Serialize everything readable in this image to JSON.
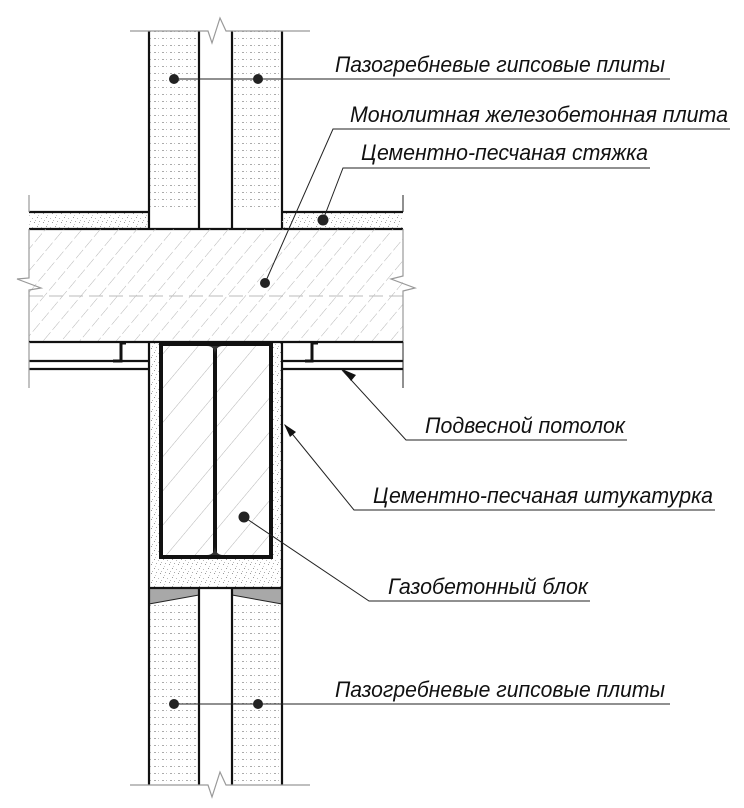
{
  "labels": {
    "gypsum_top": "Пазогребневые гипсовые плиты",
    "slab": "Монолитная железобетонная плита",
    "screed": "Цементно-песчаная стяжка",
    "ceiling": "Подвесной потолок",
    "plaster": "Цементно-песчаная штукатурка",
    "gas_block": "Газобетонный блок",
    "gypsum_bottom": "Пазогребневые гипсовые плиты"
  },
  "colors": {
    "line": "#111111",
    "hatch": "#b0b0b0",
    "seal": "#a8a8a8"
  }
}
